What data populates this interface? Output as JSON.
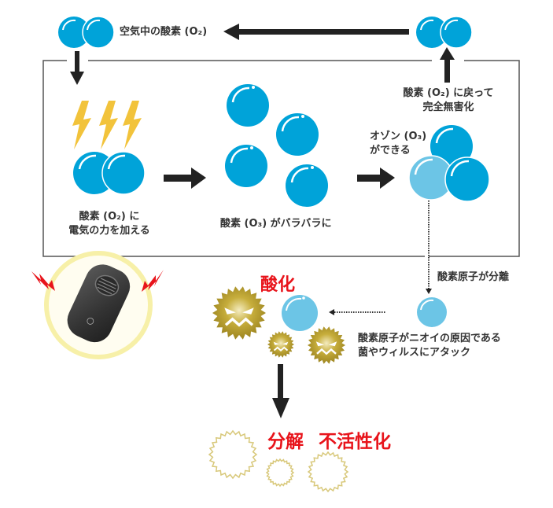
{
  "title": "オゾン発生による除菌・脱臭の仕組み",
  "colors": {
    "oxygen": "#00a3d9",
    "oxygen_light": "#6cc5e6",
    "arrow": "#222222",
    "frame": "#555555",
    "lightning": "#f2c33b",
    "germ": "#b39b2a",
    "germ_outline": "#d8c87a",
    "emphasis": "#e8141b",
    "glow": "#f7f0a8",
    "device": "#3b3b3b"
  },
  "labels": {
    "air_oxygen": "空気中の酸素 (O₂)",
    "return_line1": "酸素 (O₂) に戻って",
    "return_line2": "完全無害化",
    "electric_line1": "酸素 (O₂) に",
    "electric_line2": "電気の力を加える",
    "split": "酸素 (O₃) がバラバラに",
    "ozone_line1": "オゾン (O₃)",
    "ozone_line2": "ができる",
    "atom_separate": "酸素原子が分離",
    "attack_line1": "酸素原子がニオイの原因である",
    "attack_line2": "菌やウィルスにアタック",
    "oxidation": "酸化",
    "decompose": "分解",
    "inactivate": "不活性化"
  },
  "icons": {
    "molecule": "oxygen-molecule-icon",
    "atom": "oxygen-atom-icon",
    "lightning": "lightning-icon",
    "germ": "germ-icon",
    "germ_dead": "inactive-germ-icon",
    "device": "ozone-generator-device",
    "spark": "spark-icon"
  }
}
